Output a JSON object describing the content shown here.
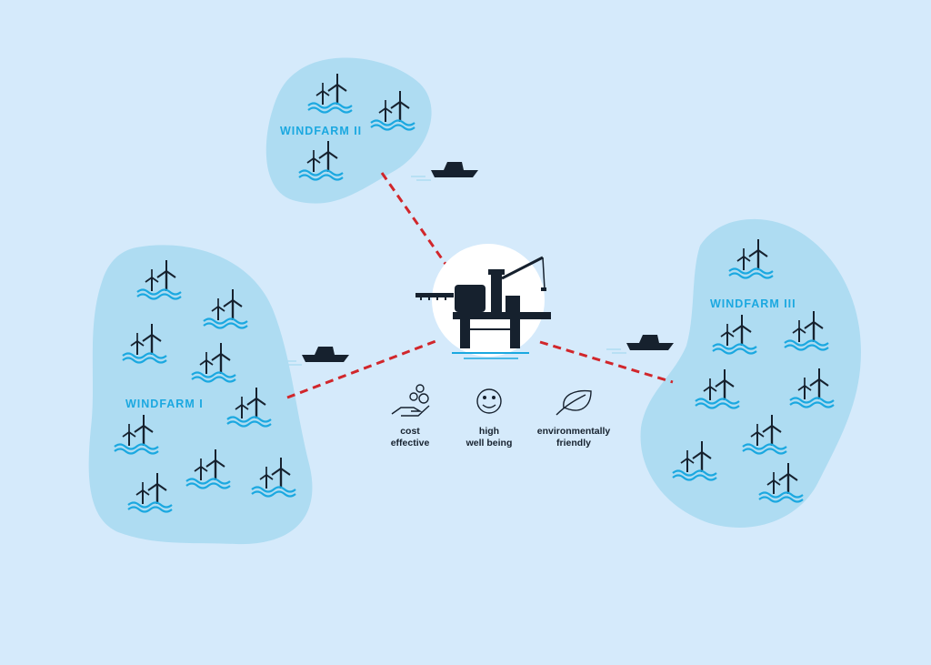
{
  "windfarms": [
    {
      "id": "wf2",
      "name": "WINDFARM II"
    },
    {
      "id": "wf1",
      "name": "WINDFARM I"
    },
    {
      "id": "wf3",
      "name": "WINDFARM III"
    }
  ],
  "benefits": [
    {
      "icon": "hand-coins-icon",
      "line1": "cost",
      "line2": "effective"
    },
    {
      "icon": "smiley-face-icon",
      "line1": "high",
      "line2": "well being"
    },
    {
      "icon": "leaf-icon",
      "line1": "environmentally",
      "line2": "friendly"
    }
  ],
  "colors": {
    "sea": "#d5eafb",
    "farm_area": "#aedcf2",
    "dark": "#16212e",
    "wave": "#1ba8e0",
    "link": "#d1262b",
    "platform_circle": "#ffffff"
  }
}
